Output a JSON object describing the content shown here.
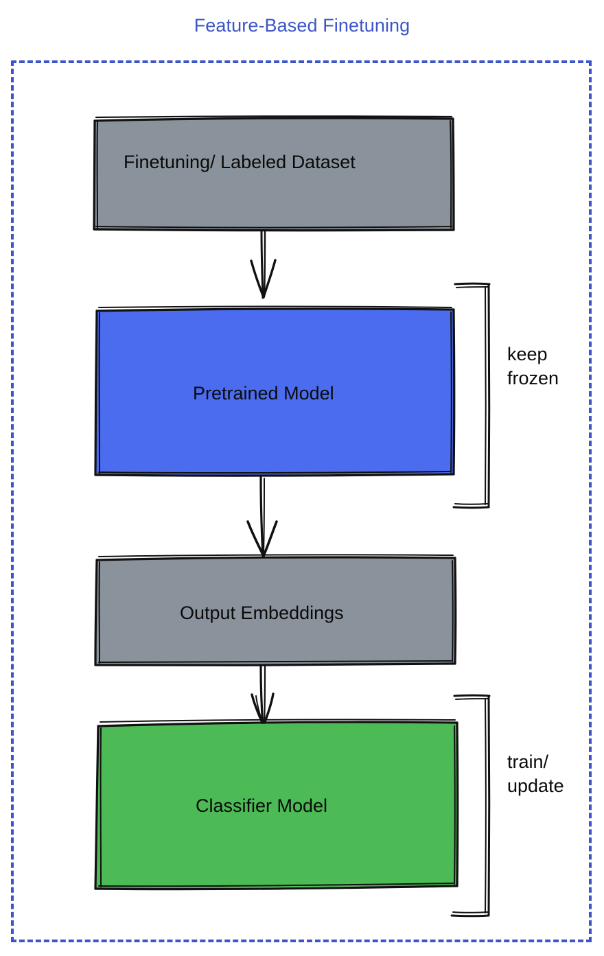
{
  "diagram": {
    "title": "Feature-Based Finetuning",
    "title_color": "#3d55c8",
    "frame": {
      "name": "dashed-boundary",
      "style": "dashed",
      "color": "#3d55c8"
    },
    "nodes": [
      {
        "id": "finetuning-dataset",
        "label": "Finetuning/ Labeled Dataset",
        "fill": "#8a939c",
        "stroke": "#111111",
        "text_color": "#0a0a0a"
      },
      {
        "id": "pretrained-model",
        "label": "Pretrained Model",
        "fill": "#4b6cef",
        "stroke": "#111111",
        "text_color": "#0a0a0a"
      },
      {
        "id": "output-embeddings",
        "label": "Output Embeddings",
        "fill": "#8a939c",
        "stroke": "#111111",
        "text_color": "#0a0a0a"
      },
      {
        "id": "classifier-model",
        "label": "Classifier Model",
        "fill": "#4cba55",
        "stroke": "#111111",
        "text_color": "#0a0a0a"
      }
    ],
    "edges": [
      {
        "id": "edge-dataset-to-pretrained",
        "from": "finetuning-dataset",
        "to": "pretrained-model",
        "label": ""
      },
      {
        "id": "edge-pretrained-to-embeddings",
        "from": "pretrained-model",
        "to": "output-embeddings",
        "label": ""
      },
      {
        "id": "edge-embeddings-to-classifier",
        "from": "output-embeddings",
        "to": "classifier-model",
        "label": ""
      }
    ],
    "annotations": [
      {
        "id": "keep-frozen",
        "target": "pretrained-model",
        "line1": "keep",
        "line2": "frozen"
      },
      {
        "id": "train-update",
        "target": "classifier-model",
        "line1": "train/",
        "line2": "update"
      }
    ]
  }
}
